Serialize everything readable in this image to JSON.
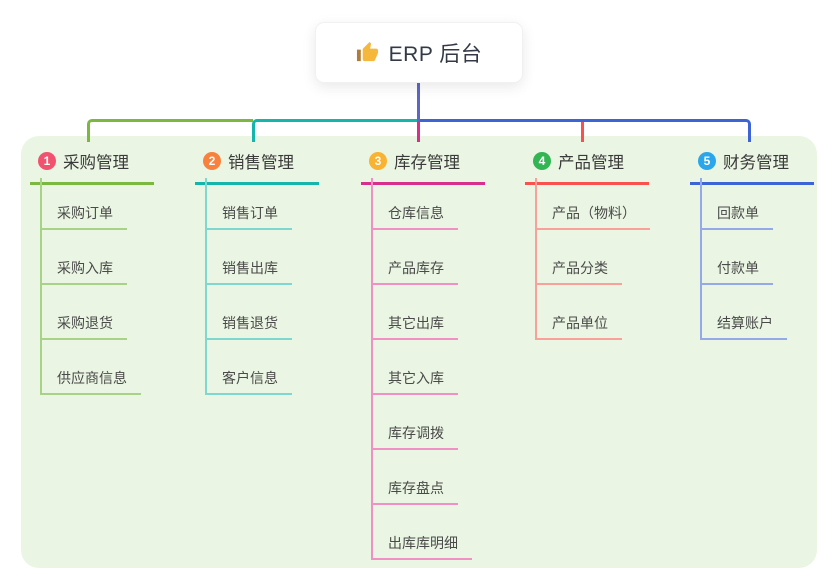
{
  "root": {
    "label": "ERP 后台",
    "icon": "thumbs-up-icon"
  },
  "branches": [
    {
      "index": "1",
      "title": "采购管理",
      "badge_color": "#f1536e",
      "line_color": "#7ab83f",
      "light_color": "#a6d386",
      "children": [
        "采购订单",
        "采购入库",
        "采购退货",
        "供应商信息"
      ]
    },
    {
      "index": "2",
      "title": "销售管理",
      "badge_color": "#f8813e",
      "line_color": "#14b5aa",
      "light_color": "#7ed8d0",
      "children": [
        "销售订单",
        "销售出库",
        "销售退货",
        "客户信息"
      ]
    },
    {
      "index": "3",
      "title": "库存管理",
      "badge_color": "#f9b231",
      "line_color": "#d82f8d",
      "light_color": "#f090c5",
      "children": [
        "仓库信息",
        "产品库存",
        "其它出库",
        "其它入库",
        "库存调拨",
        "库存盘点",
        "出库库明细"
      ]
    },
    {
      "index": "4",
      "title": "产品管理",
      "badge_color": "#32b553",
      "line_color": "#f8514e",
      "light_color": "#faa09b",
      "children": [
        "产品（物料）",
        "产品分类",
        "产品单位"
      ]
    },
    {
      "index": "5",
      "title": "财务管理",
      "badge_color": "#2ba6ea",
      "line_color": "#3d64d6",
      "light_color": "#93a9e8",
      "children": [
        "回款单",
        "付款单",
        "结算账户"
      ]
    }
  ],
  "colors": {
    "page_bg": "#ffffff",
    "panel_bg": "#eaf6e3",
    "root_stem": "#5b67c8",
    "root_text": "#333a45",
    "title_text": "#3a3a3a",
    "child_text": "#4a4a4a",
    "thumb_icon": "#f5b83d",
    "thumb_cuff": "#b07d38",
    "badge_text": "#ffffff"
  }
}
